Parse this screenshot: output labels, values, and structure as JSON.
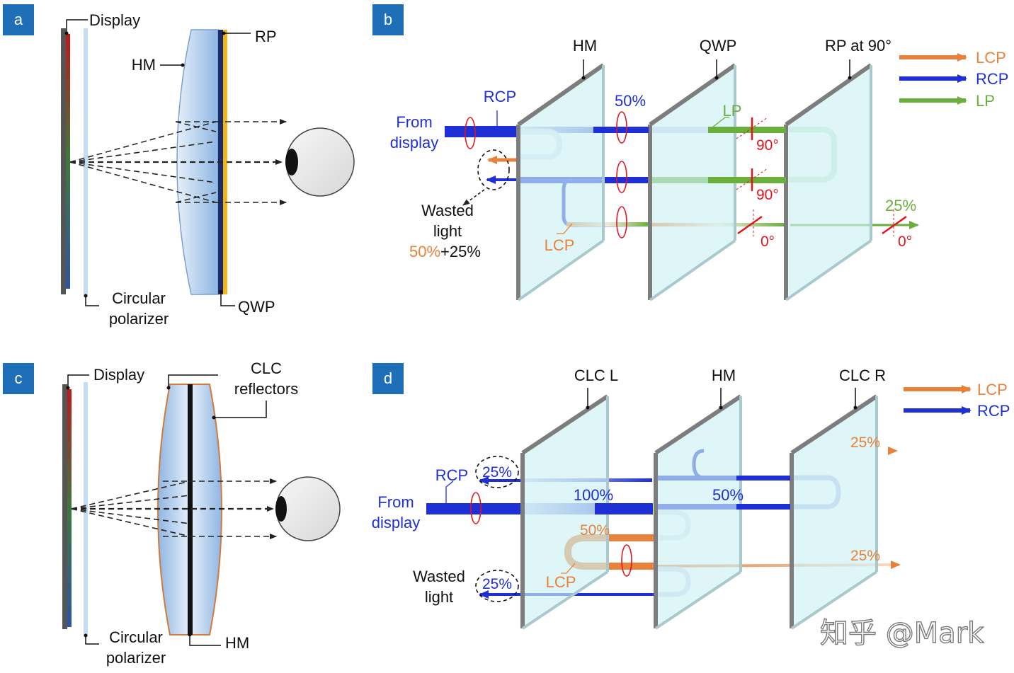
{
  "colors": {
    "lcp": "#e8823a",
    "rcp": "#1f2fd6",
    "lp": "#6aae3c",
    "tag_bg": "#1f6fb8",
    "angle": "#e3141b",
    "glass": "#cdf1f3",
    "frame": "#7d7d7d"
  },
  "panels": {
    "a": {
      "tag": "a",
      "display": "Display",
      "hm": "HM",
      "rp": "RP",
      "qwp": "QWP",
      "polarizer_line1": "Circular",
      "polarizer_line2": "polarizer"
    },
    "b": {
      "tag": "b",
      "plates": [
        "HM",
        "QWP",
        "RP at 90°"
      ],
      "legend": [
        "LCP",
        "RCP",
        "LP"
      ],
      "from_line1": "From",
      "from_line2": "display",
      "rcp": "RCP",
      "lcp": "LCP",
      "lp": "LP",
      "pct_50": "50%",
      "pct_25": "25%",
      "angle_90a": "90°",
      "angle_90b": "90°",
      "angle_0a": "0°",
      "angle_0b": "0°",
      "wasted_line1": "Wasted",
      "wasted_line2": "light",
      "wasted_pct_a": "50%",
      "wasted_pct_b": "+25%"
    },
    "c": {
      "tag": "c",
      "display": "Display",
      "clc_line1": "CLC",
      "clc_line2": "reflectors",
      "hm": "HM",
      "polarizer_line1": "Circular",
      "polarizer_line2": "polarizer"
    },
    "d": {
      "tag": "d",
      "plates": [
        "CLC L",
        "HM",
        "CLC R"
      ],
      "legend": [
        "LCP",
        "RCP"
      ],
      "from_line1": "From",
      "from_line2": "display",
      "rcp": "RCP",
      "lcp": "LCP",
      "pct_100": "100%",
      "pct_50a": "50%",
      "pct_50b": "50%",
      "pct_25_top": "25%",
      "pct_25_bottom": "25%",
      "pct_25_left_top": "25%",
      "pct_25_left_bottom": "25%",
      "wasted_line1": "Wasted",
      "wasted_line2": "light"
    }
  },
  "watermark": "知乎 @Mark"
}
